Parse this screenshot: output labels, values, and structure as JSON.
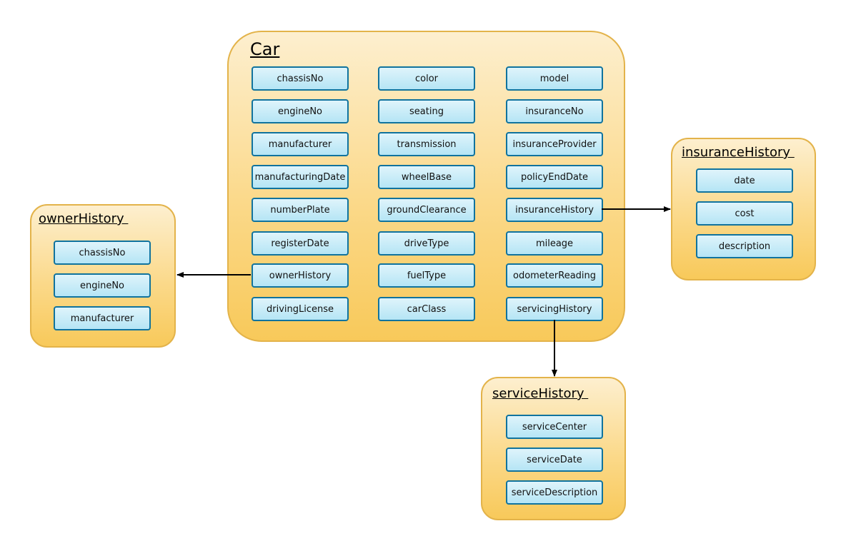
{
  "car": {
    "title": "Car",
    "fields": [
      [
        "chassisNo",
        "color",
        "model"
      ],
      [
        "engineNo",
        "seating",
        "insuranceNo"
      ],
      [
        "manufacturer",
        "transmission",
        "insuranceProvider"
      ],
      [
        "manufacturingDate",
        "wheelBase",
        "policyEndDate"
      ],
      [
        "numberPlate",
        "groundClearance",
        "insuranceHistory"
      ],
      [
        "registerDate",
        "driveType",
        "mileage"
      ],
      [
        "ownerHistory",
        "fuelType",
        "odometerReading"
      ],
      [
        "drivingLicense",
        "carClass",
        "servicingHistory"
      ]
    ]
  },
  "owner_history": {
    "title": "ownerHistory ",
    "fields": [
      "chassisNo",
      "engineNo",
      "manufacturer"
    ]
  },
  "insurance_history": {
    "title": "insuranceHistory ",
    "fields": [
      "date",
      "cost",
      "description"
    ]
  },
  "service_history": {
    "title": "serviceHistory ",
    "fields": [
      "serviceCenter",
      "serviceDate",
      "serviceDescription"
    ]
  },
  "colors": {
    "group_fill": "#fbd98a",
    "group_border": "#e3b34a",
    "field_fill": "#b5e5f5",
    "field_border": "#10739e",
    "connector": "#000000"
  }
}
